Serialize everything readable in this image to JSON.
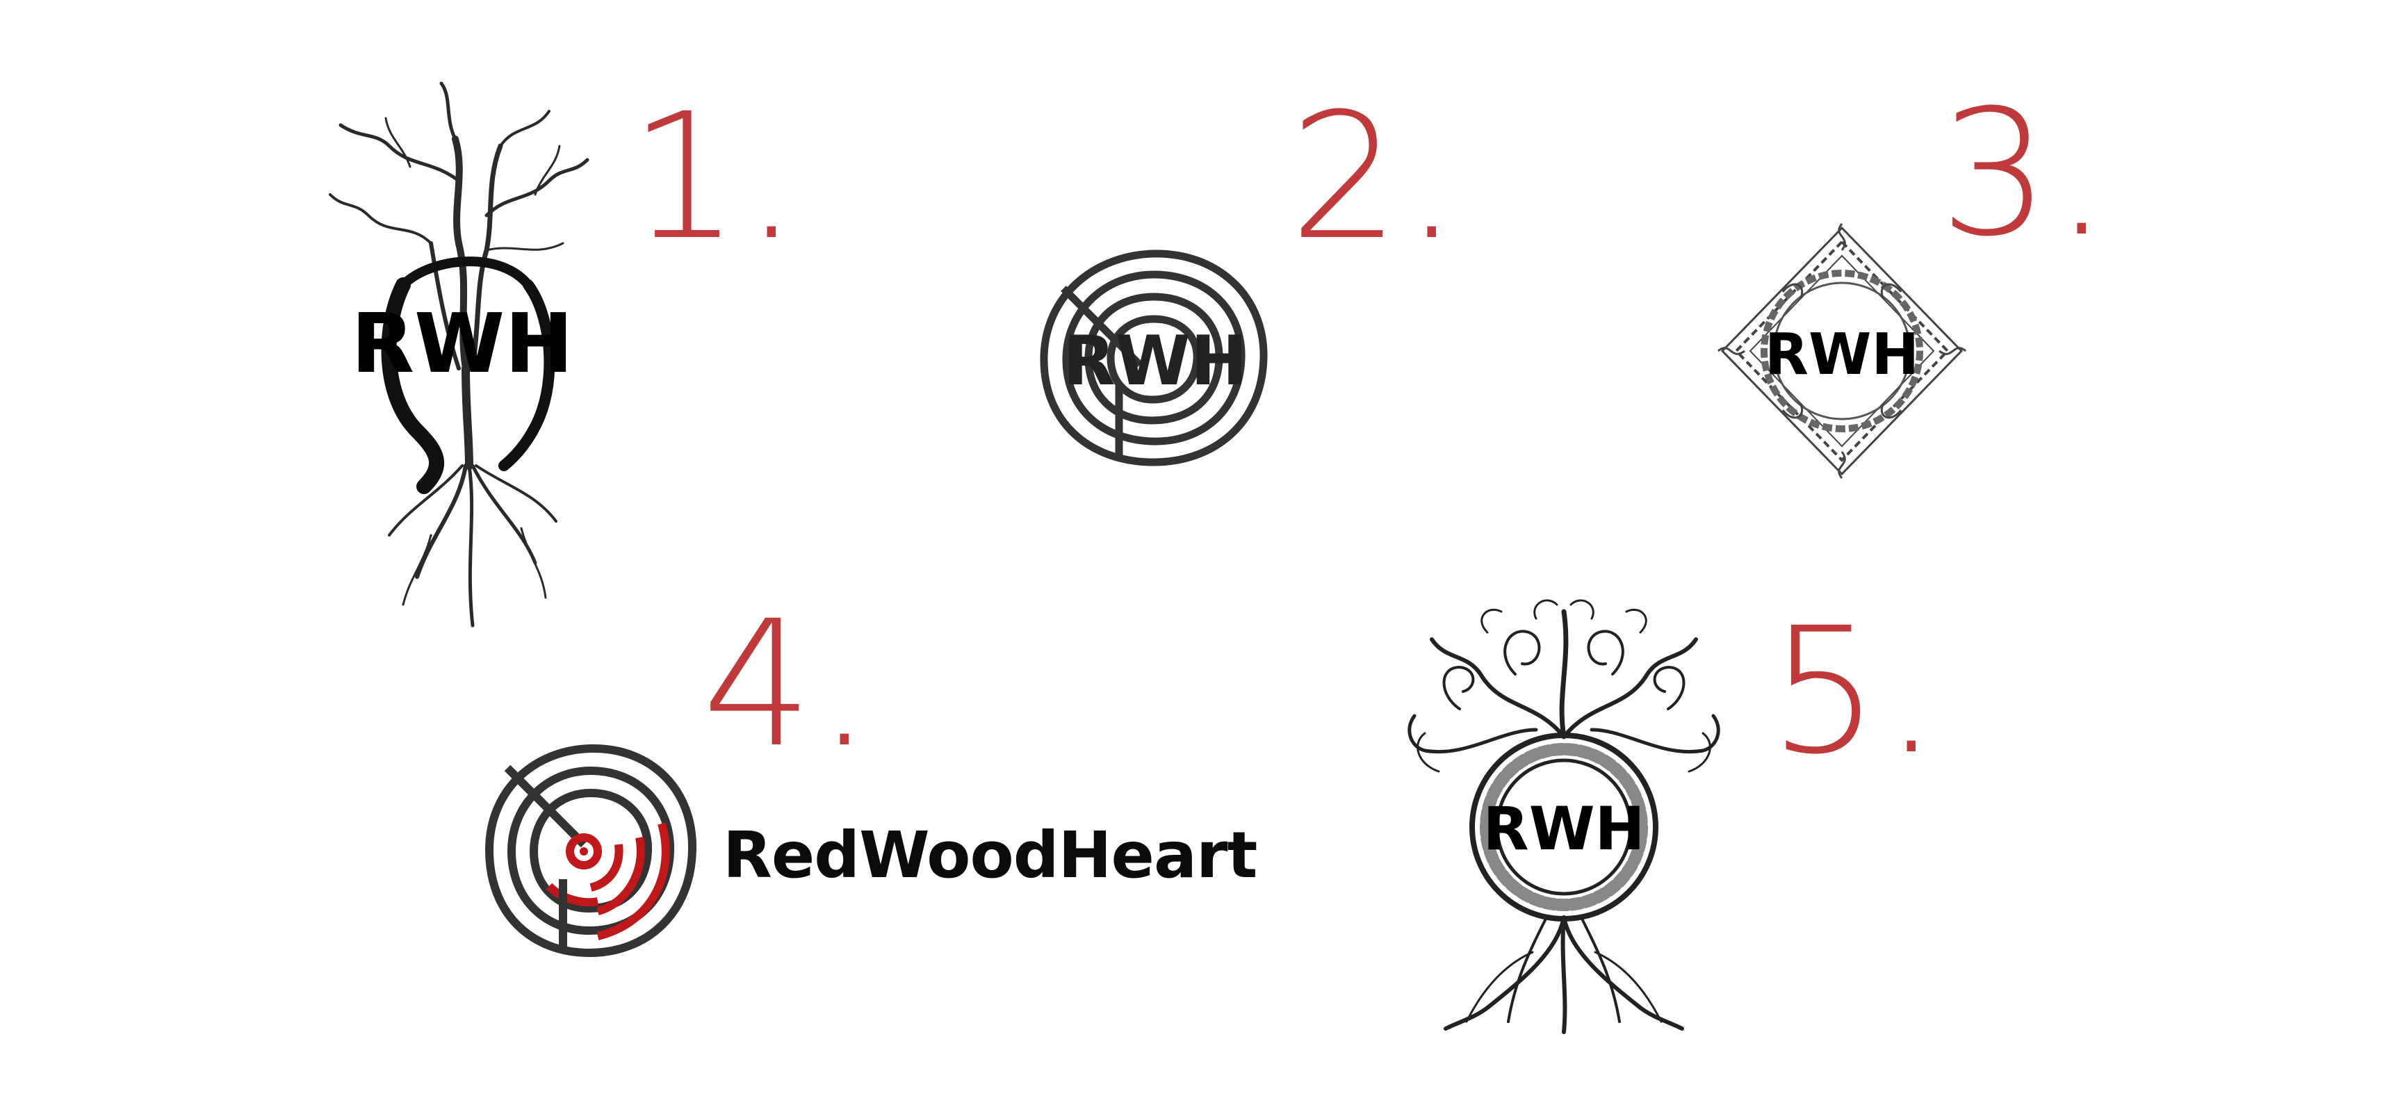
{
  "labels": {
    "option_1": "1.",
    "option_2": "2.",
    "option_3": "3.",
    "option_4": "4.",
    "option_5": "5."
  },
  "logos": {
    "monogram": "RWH",
    "wordmark": "RedWoodHeart"
  },
  "icons": {
    "option_1": "tree-with-roots-ring-icon",
    "option_2": "tree-rings-icon",
    "option_3": "ornamental-diamond-frame-icon",
    "option_4": "tree-rings-red-heart-icon",
    "option_5": "tree-of-life-celtic-knot-icon"
  },
  "colors": {
    "accent": "#c0393b",
    "ink": "#0b0b0b",
    "sketch": "#2a2a2a",
    "ring_red": "#c0171b",
    "background": "#ffffff"
  }
}
